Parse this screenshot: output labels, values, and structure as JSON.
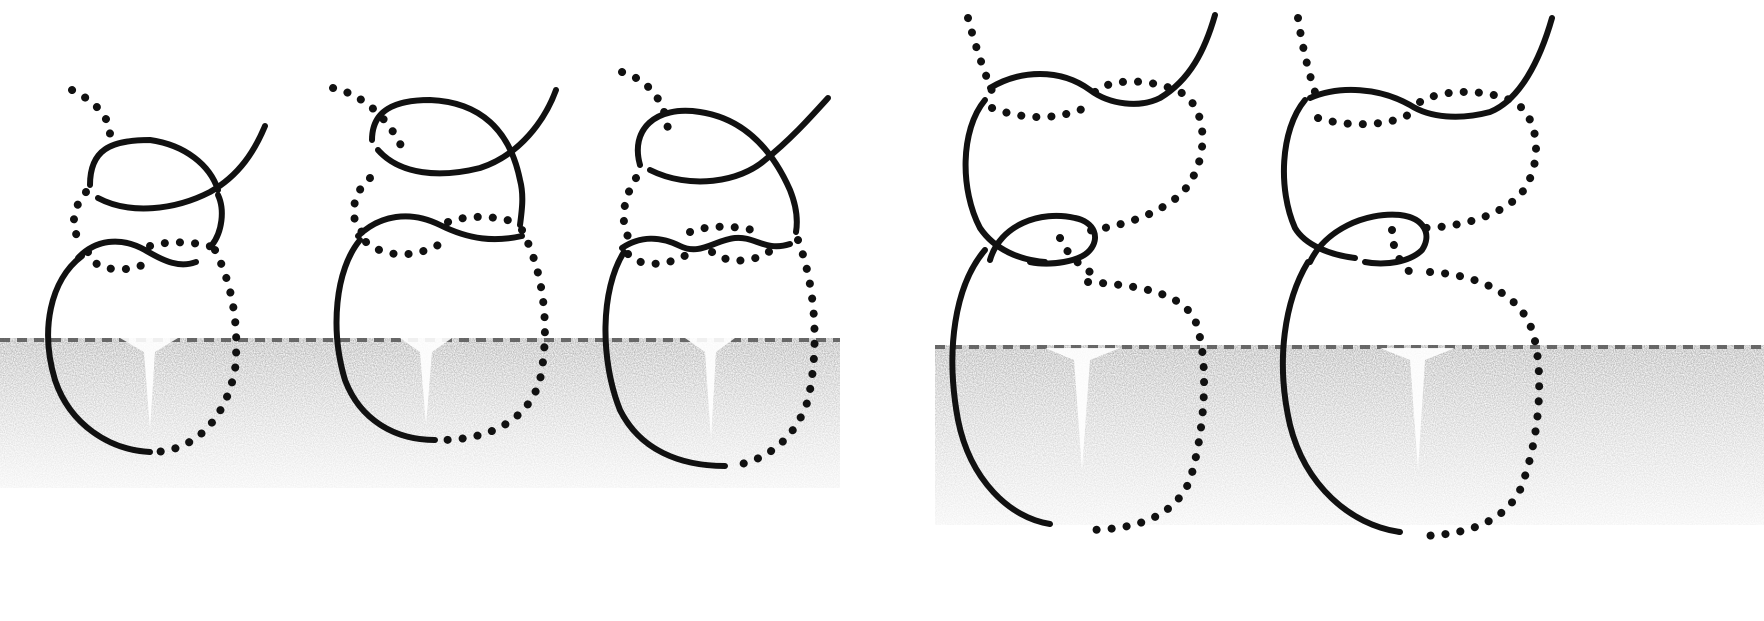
{
  "figure": {
    "background": "#ffffff",
    "stroke_color": "#111111",
    "shading_color": "#8a8a8a",
    "panels": [
      {
        "id": "panel-1",
        "group": "left",
        "wave_crossings": 2
      },
      {
        "id": "panel-2",
        "group": "left",
        "wave_crossings": 2
      },
      {
        "id": "panel-3",
        "group": "left",
        "wave_crossings": 4
      },
      {
        "id": "panel-4",
        "group": "right"
      },
      {
        "id": "panel-5",
        "group": "right"
      }
    ]
  }
}
